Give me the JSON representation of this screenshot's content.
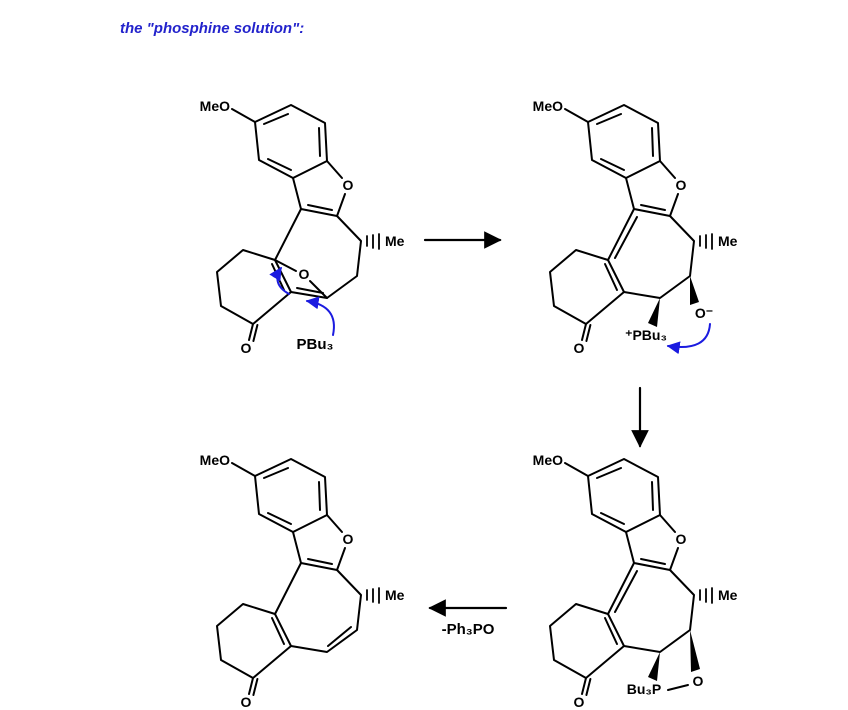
{
  "title": "the \"phosphine solution\":",
  "colors": {
    "title_blue": "#2323cc",
    "mechanism_arrow_blue": "#1b1be0",
    "bond_black": "#000000"
  },
  "molecules": {
    "epoxide_start": {
      "methoxy": "MeO",
      "furan_oxygen": "O",
      "bridge_oxygen": "O",
      "methyl": "Me",
      "ketone_oxygen": "O"
    },
    "betaine": {
      "methoxy": "MeO",
      "furan_oxygen": "O",
      "methyl": "Me",
      "ketone_oxygen": "O",
      "phosphonium": "⁺PBu₃",
      "alkoxide": "O⁻"
    },
    "oxaphosphetane": {
      "methoxy": "MeO",
      "furan_oxygen": "O",
      "methyl": "Me",
      "ketone_oxygen": "O",
      "phosphorus": "Bu₃P",
      "ring_oxygen": "O"
    },
    "product": {
      "methoxy": "MeO",
      "furan_oxygen": "O",
      "methyl": "Me",
      "ketone_oxygen": "O"
    }
  },
  "reagents": {
    "phosphine": "PBu₃",
    "byproduct": "-Ph₃PO"
  }
}
